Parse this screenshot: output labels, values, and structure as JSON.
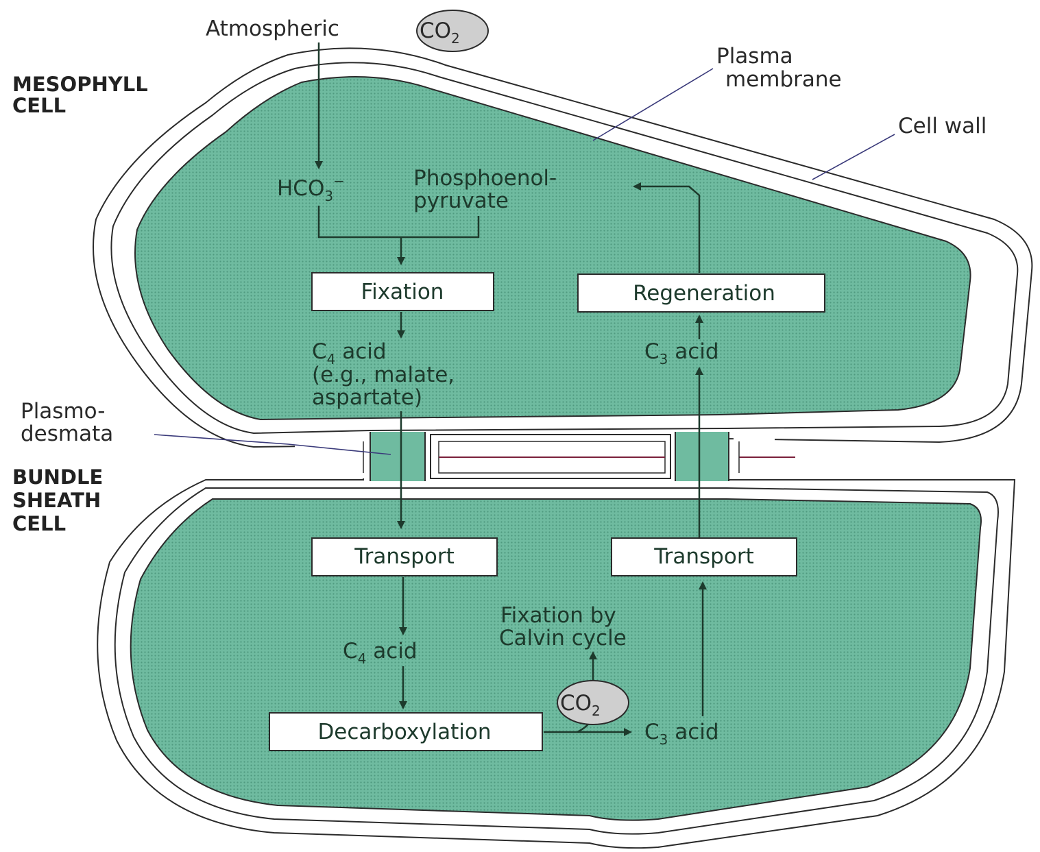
{
  "colors": {
    "cytoplasm": "#6fbba0",
    "cytoplasm_dot": "#4f9a7f",
    "wall": "#ffffff",
    "outline": "#2b2b2b",
    "co2_circle": "#cfcfcf",
    "text": "#1d3a2c",
    "plasmodesma_line": "#7a1f3a"
  },
  "cells": {
    "mesophyll": [
      "MESOPHYLL",
      "CELL"
    ],
    "bundle_sheath": [
      "BUNDLE",
      "SHEATH",
      "CELL"
    ]
  },
  "labels": {
    "atmospheric": "Atmospheric",
    "co2_main": "CO",
    "co2_sub": "2",
    "plasma_membrane": [
      "Plasma",
      "membrane"
    ],
    "cell_wall": "Cell wall",
    "plasmodesmata": [
      "Plasmo-",
      "desmata"
    ],
    "hco3_main": "HCO",
    "hco3_sub": "3",
    "hco3_sup": "−",
    "pep": [
      "Phosphoenol-",
      "pyruvate"
    ],
    "c4_acid_main": "C",
    "c4_acid_sub": "4",
    "c4_acid_rest": " acid",
    "c4_examples": [
      "(e.g., malate,",
      "aspartate)"
    ],
    "c3_acid_main": "C",
    "c3_acid_sub": "3",
    "c3_acid_rest": " acid",
    "fixation_by": [
      "Fixation by",
      "Calvin cycle"
    ]
  },
  "boxes": {
    "fixation": "Fixation",
    "regeneration": "Regeneration",
    "transport_left": "Transport",
    "transport_right": "Transport",
    "decarboxylation": "Decarboxylation"
  }
}
